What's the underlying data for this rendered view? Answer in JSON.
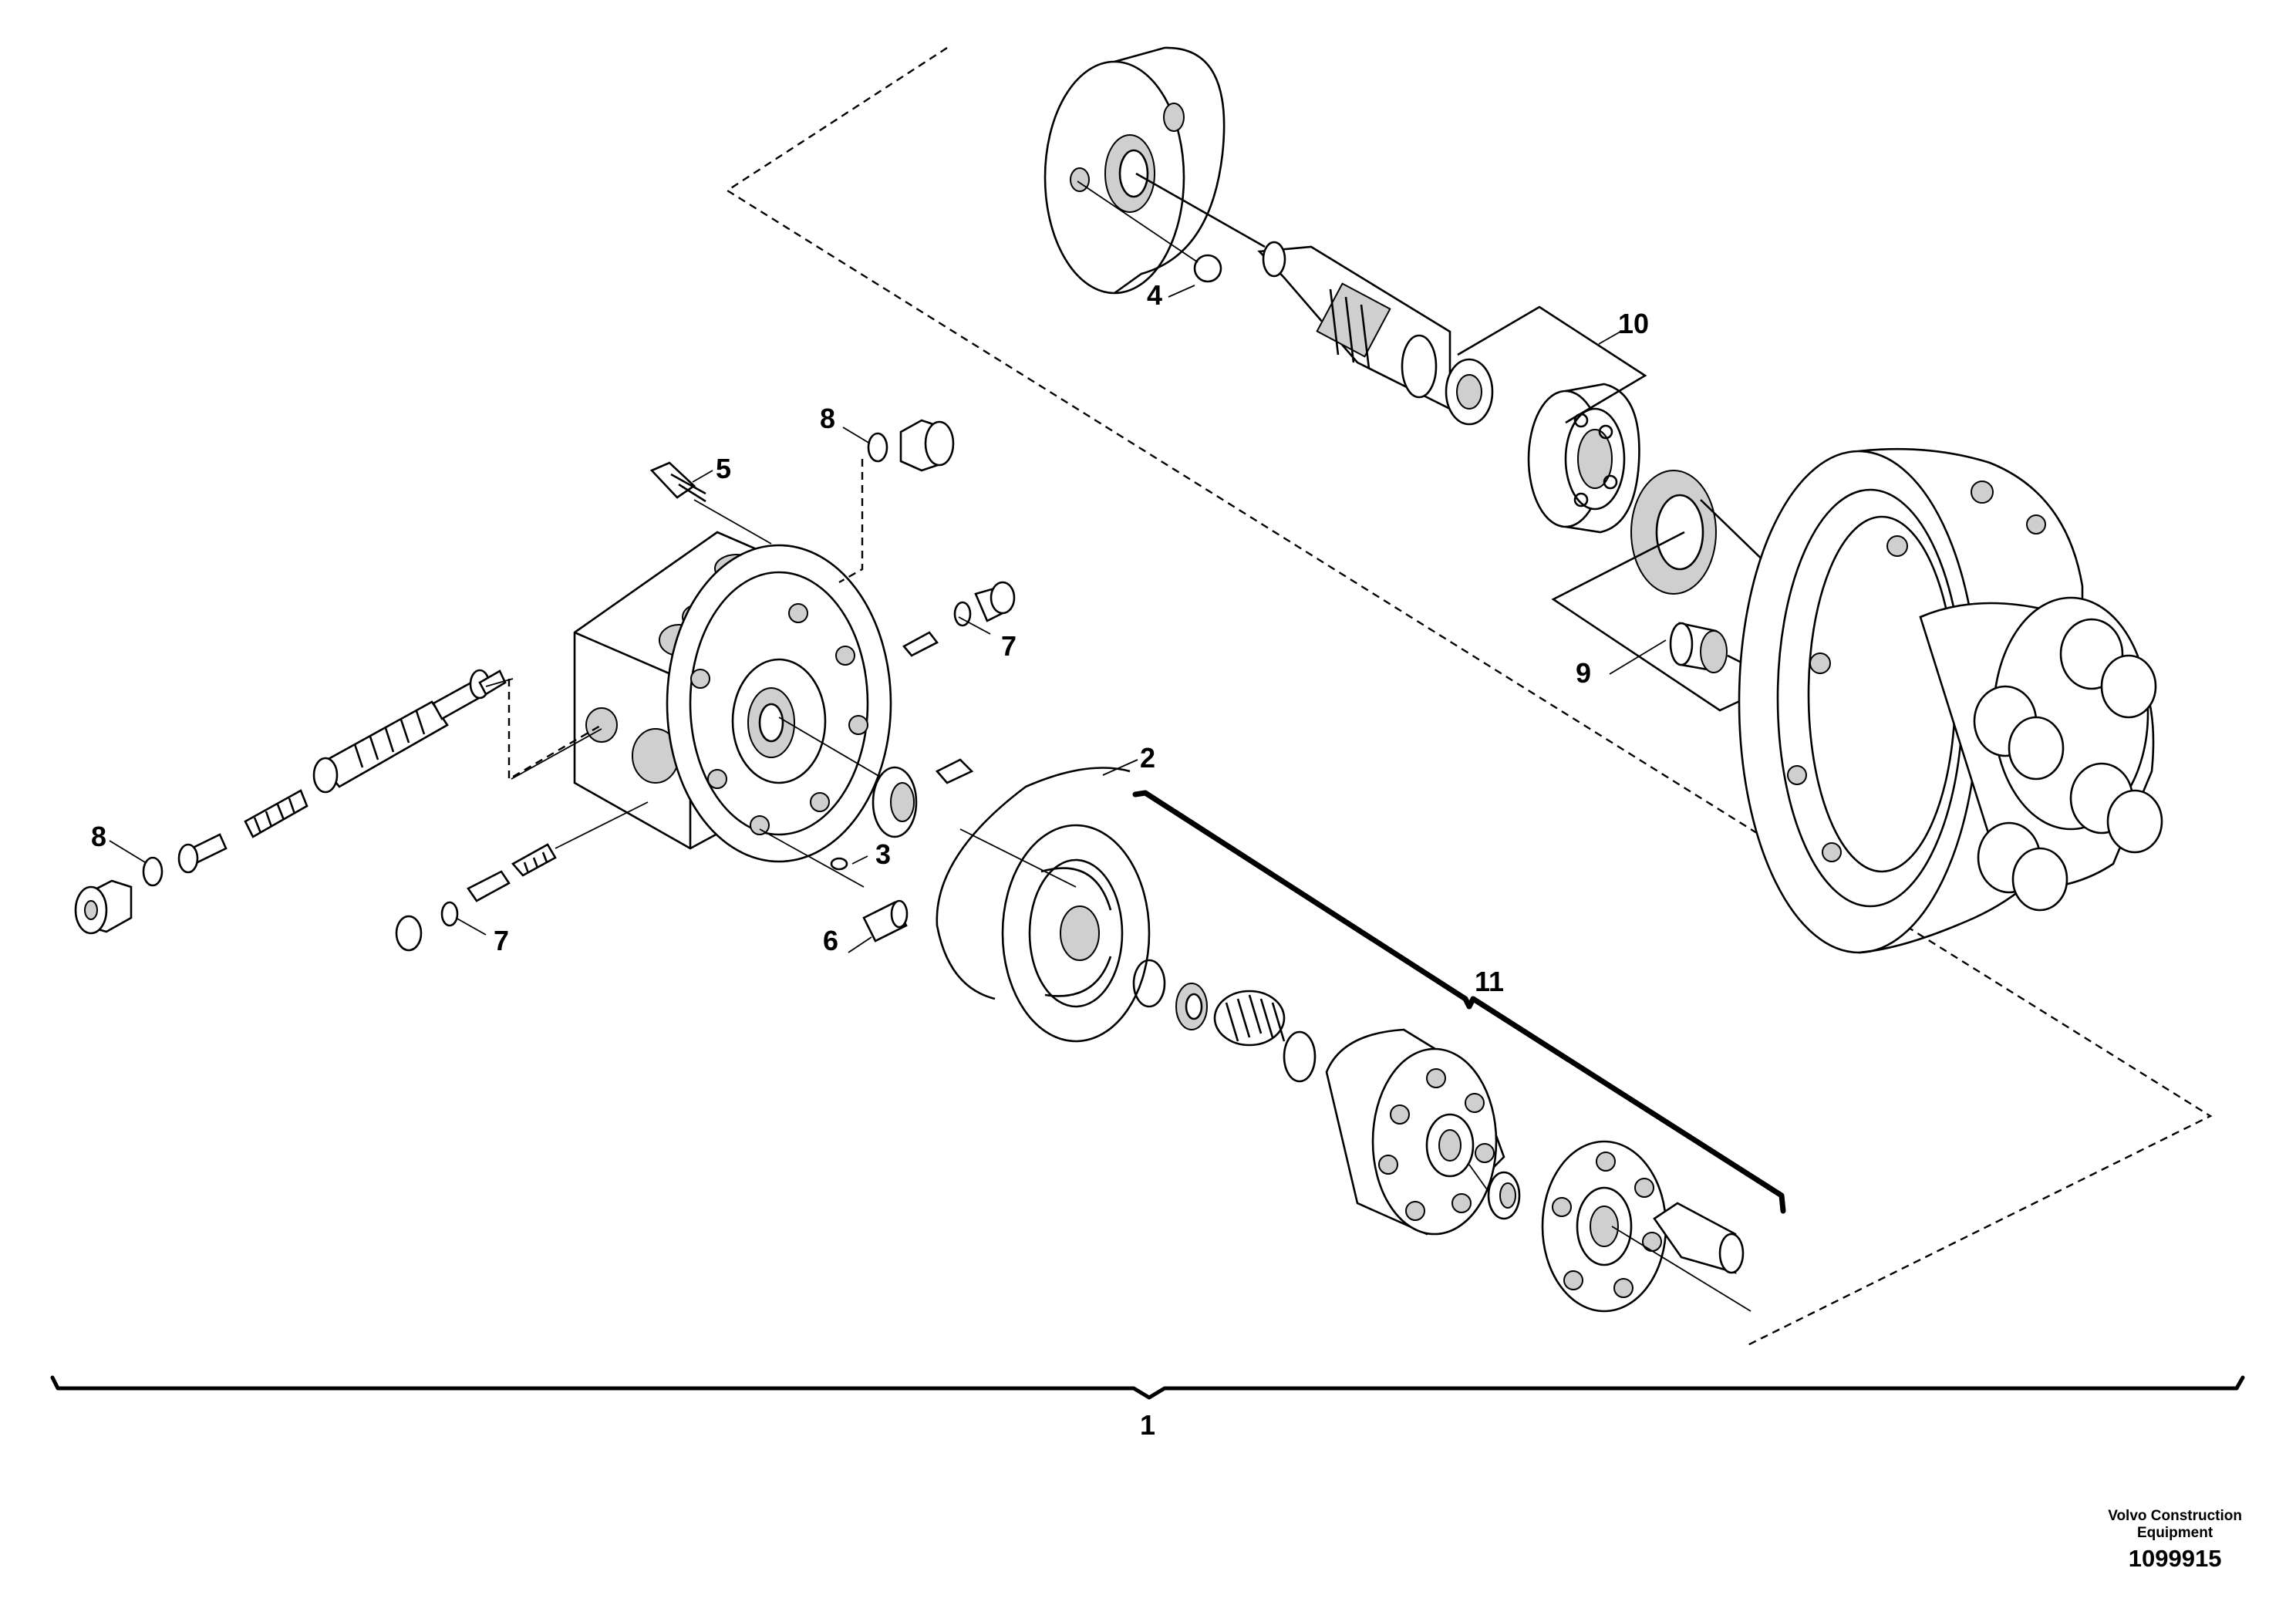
{
  "labels": {
    "l1": "1",
    "l2": "2",
    "l3": "3",
    "l4": "4",
    "l5": "5",
    "l6": "6",
    "l7a": "7",
    "l7b": "7",
    "l8a": "8",
    "l8b": "8",
    "l9": "9",
    "l10": "10",
    "l11": "11"
  },
  "footer": {
    "brand_line1": "Volvo Construction",
    "brand_line2": "Equipment",
    "figure_number": "1099915"
  }
}
